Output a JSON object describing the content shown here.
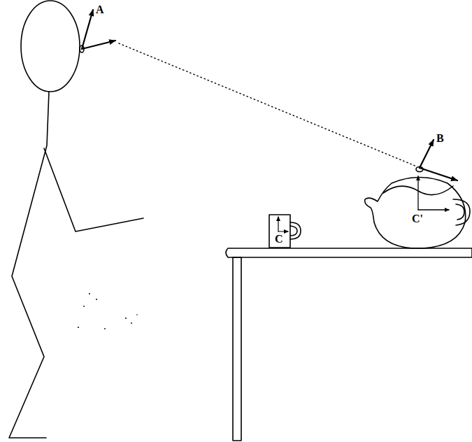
{
  "diagram": {
    "labels": [
      "A",
      "B",
      "C",
      "C'"
    ]
  }
}
